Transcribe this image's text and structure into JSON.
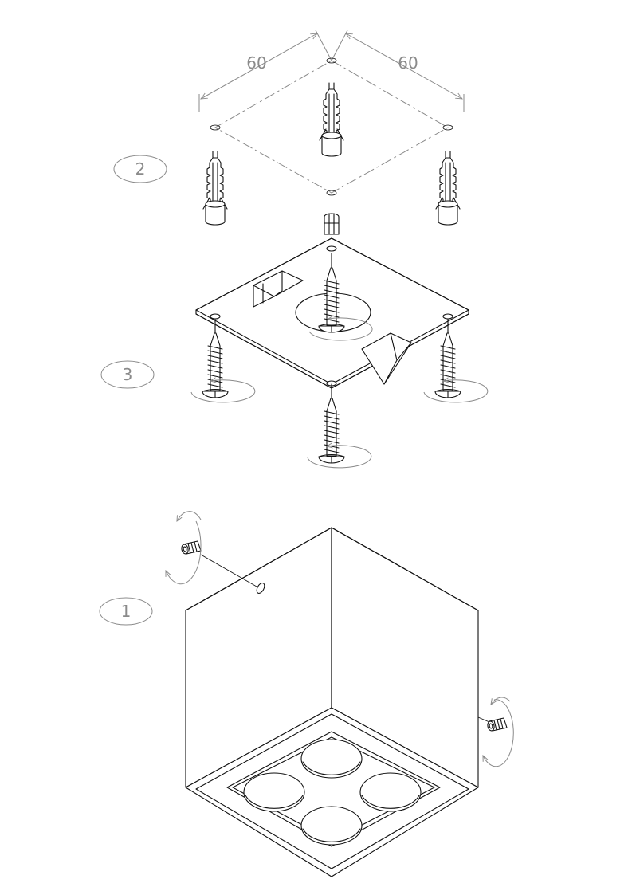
{
  "steps": {
    "step1": "1",
    "step2": "2",
    "step3": "3"
  },
  "dimensions": {
    "left": "60",
    "right": "60"
  },
  "colors": {
    "line": "#111111",
    "annotation": "#8a8a8a",
    "background": "#ffffff"
  }
}
